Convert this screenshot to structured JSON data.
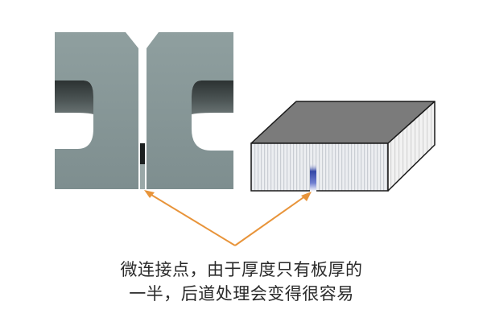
{
  "caption": {
    "line1": "微连接点，由于厚度只有板厚的",
    "line2": "一半，后道处理会变得很容易"
  },
  "colors": {
    "plate": "#8a9a9a",
    "plate_edge": "#6f7f80",
    "hole_shadow": "#2f3535",
    "box_top": "#7d7d7d",
    "box_front": "#e4e6ea",
    "box_side": "#eeeeee",
    "box_outline": "#1a1a1a",
    "micro_joint": "#3b4fa8",
    "arrow": "#e8943a",
    "caption_text": "#2a2a2a"
  },
  "diagram": {
    "left_image": "laser-cut-plates-with-micro-joint",
    "right_image": "sheet-block-with-micro-joint-marker"
  }
}
